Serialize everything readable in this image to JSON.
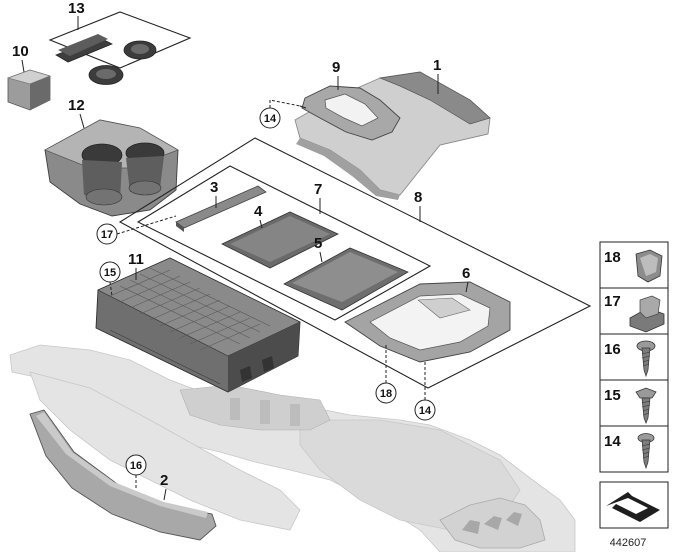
{
  "callouts": {
    "p1": "1",
    "p2": "2",
    "p3": "3",
    "p4": "4",
    "p5": "5",
    "p6": "6",
    "p7": "7",
    "p8": "8",
    "p9": "9",
    "p10": "10",
    "p11": "11",
    "p12": "12",
    "p13": "13",
    "c14a": "14",
    "c14b": "14",
    "c15": "15",
    "c16": "16",
    "c17": "17",
    "c18": "18"
  },
  "legend": [
    {
      "label": "18",
      "icon": "clip-icon"
    },
    {
      "label": "17",
      "icon": "clip-nut-icon"
    },
    {
      "label": "16",
      "icon": "screw-icon"
    },
    {
      "label": "15",
      "icon": "screw-icon"
    },
    {
      "label": "14",
      "icon": "screw-icon"
    },
    {
      "label": "",
      "icon": "arrow-icon"
    }
  ],
  "reference_number": "442607"
}
